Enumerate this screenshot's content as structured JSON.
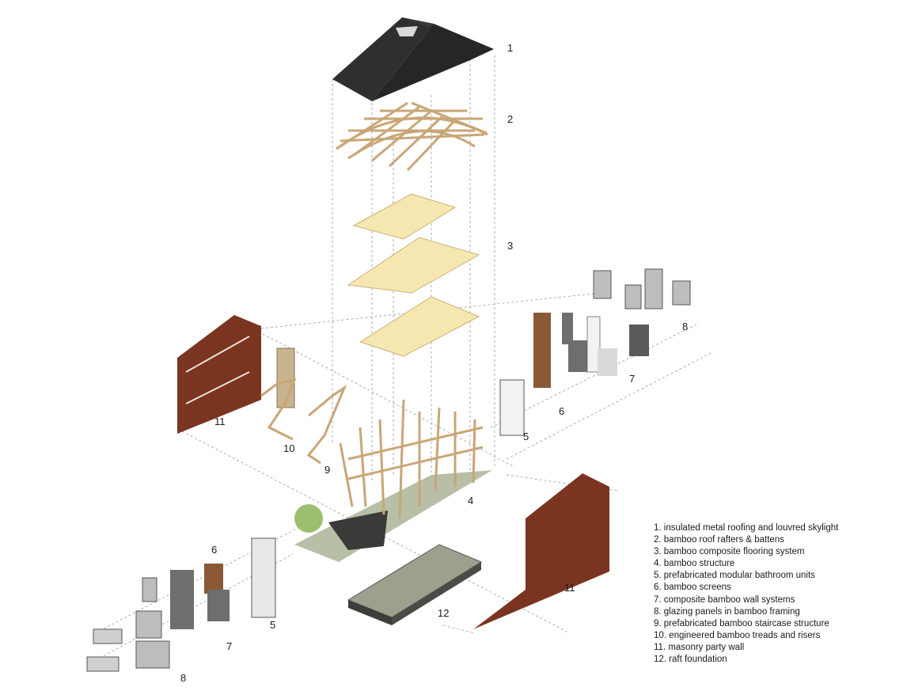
{
  "callouts": [
    "1",
    "2",
    "3",
    "4",
    "5",
    "6",
    "7",
    "8",
    "9",
    "10",
    "11",
    "12"
  ],
  "legend": [
    "1. insulated metal roofing and louvred skylight",
    "2. bamboo roof rafters & battens",
    "3. bamboo composite flooring system",
    "4. bamboo structure",
    "5. prefabricated modular bathroom units",
    "6. bamboo screens",
    "7. composite bamboo wall systems",
    "8. glazing panels in bamboo framing",
    "9. prefabricated bamboo staircase structure",
    "10. engineered bamboo treads and risers",
    "11. masonry party wall",
    "12. raft foundation"
  ],
  "colors": {
    "roof": "#2f302d",
    "bamboo": "#c9a676",
    "floor": "#f6e7b0",
    "masonry": "#7a3420",
    "ground": "#b7bfa6",
    "foundation": "#9ea08e",
    "panel": "#6e6e6e",
    "guide": "#9a9a9a"
  }
}
